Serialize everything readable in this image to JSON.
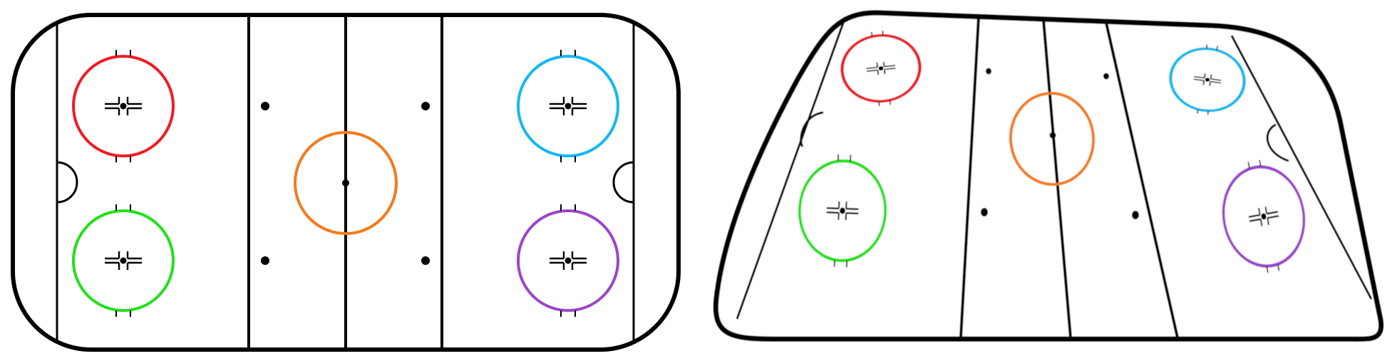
{
  "diagram": {
    "views": [
      {
        "name": "top-down",
        "projection": "flat"
      },
      {
        "name": "perspective",
        "projection": "tilted"
      }
    ],
    "colors": {
      "boards": "#000000",
      "lines": "#000000",
      "ice": "#ffffff",
      "circle_top_left": "#ee1c24",
      "circle_bottom_left": "#22e01c",
      "circle_top_right": "#14b8f0",
      "circle_bottom_right": "#9a46c8",
      "center_circle": "#f47a1c"
    },
    "faceoff_circles": [
      {
        "id": "top-left",
        "color_key": "circle_top_left"
      },
      {
        "id": "bottom-left",
        "color_key": "circle_bottom_left"
      },
      {
        "id": "top-right",
        "color_key": "circle_top_right"
      },
      {
        "id": "bottom-right",
        "color_key": "circle_bottom_right"
      }
    ],
    "center_circle": {
      "id": "center",
      "color_key": "center_circle"
    },
    "neutral_zone_dots": 4,
    "icons": [
      "hockey-rink-icon",
      "faceoff-circle-icon",
      "center-circle-icon",
      "faceoff-dot-icon",
      "goal-crease-icon"
    ]
  }
}
